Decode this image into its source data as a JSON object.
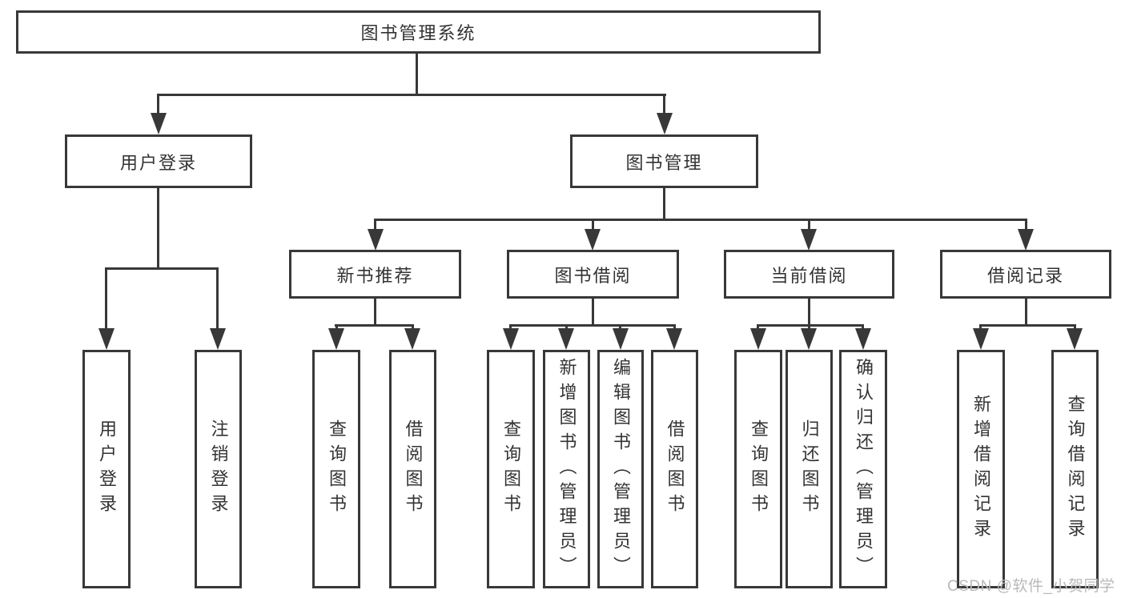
{
  "diagram": {
    "root": {
      "label": "图书管理系统"
    },
    "level2": {
      "user_login": {
        "label": "用户登录"
      },
      "book_management": {
        "label": "图书管理"
      }
    },
    "level3": {
      "new_book": {
        "label": "新书推荐"
      },
      "borrow": {
        "label": "图书借阅"
      },
      "current": {
        "label": "当前借阅"
      },
      "records": {
        "label": "借阅记录"
      }
    },
    "leaves": {
      "user_login": [
        "用户登录",
        "注销登录"
      ],
      "new_book": [
        "查询图书",
        "借阅图书"
      ],
      "borrow": [
        "查询图书",
        "新增图书（管理员）",
        "编辑图书（管理员）",
        "借阅图书"
      ],
      "current": [
        "查询图书",
        "归还图书",
        "确认归还（管理员）"
      ],
      "records": [
        "新增借阅记录",
        "查询借阅记录"
      ]
    }
  },
  "watermark": "CSDN @软件_小贺同学",
  "colors": {
    "line": "#383838",
    "text": "#333333",
    "watermark": "#b9b9b9",
    "background": "#ffffff"
  }
}
